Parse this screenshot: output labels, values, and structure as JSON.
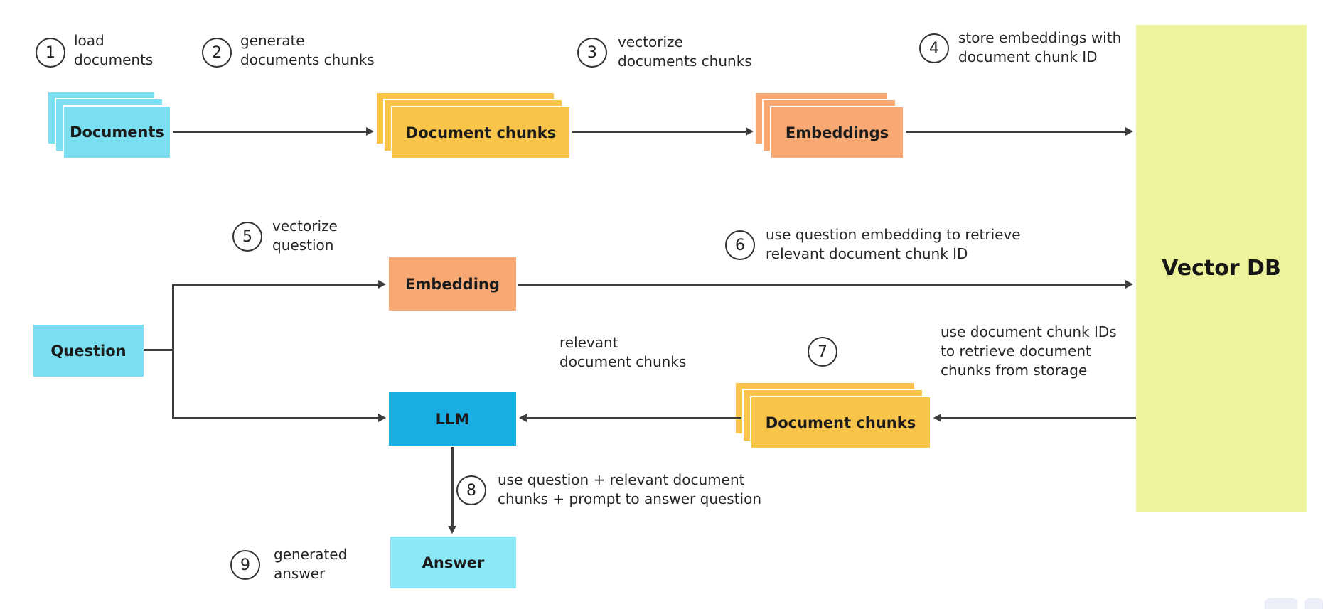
{
  "steps": [
    {
      "num": "1",
      "lines": [
        "load",
        "documents"
      ]
    },
    {
      "num": "2",
      "lines": [
        "generate",
        "documents chunks"
      ]
    },
    {
      "num": "3",
      "lines": [
        "vectorize",
        "documents chunks"
      ]
    },
    {
      "num": "4",
      "lines": [
        "store embeddings with",
        "document chunk ID"
      ]
    },
    {
      "num": "5",
      "lines": [
        "vectorize",
        "question"
      ]
    },
    {
      "num": "6",
      "lines": [
        "use question embedding to retrieve",
        "relevant document chunk ID"
      ]
    },
    {
      "num": "7",
      "lines": [
        "use document chunk IDs",
        "to retrieve document",
        "chunks from storage"
      ]
    },
    {
      "num": "8",
      "lines": [
        "use question + relevant document",
        "chunks + prompt to answer question"
      ]
    },
    {
      "num": "9",
      "lines": [
        "generated",
        "answer"
      ]
    }
  ],
  "nodes": {
    "documents": {
      "label": "Documents",
      "color": "#7adff1"
    },
    "document_chunks_1": {
      "label": "Document chunks",
      "color": "#f8c449"
    },
    "embeddings": {
      "label": "Embeddings",
      "color": "#f8a873"
    },
    "vector_db": {
      "label": "Vector DB",
      "color": "#edf39c"
    },
    "question": {
      "label": "Question",
      "color": "#7adff1"
    },
    "embedding": {
      "label": "Embedding",
      "color": "#f8a873"
    },
    "llm": {
      "label": "LLM",
      "color": "#18ade3"
    },
    "document_chunks_2": {
      "label": "Document chunks",
      "color": "#f8c449"
    },
    "answer": {
      "label": "Answer",
      "color": "#8ce8f6"
    }
  },
  "annotations": {
    "relevant_chunks": {
      "lines": [
        "relevant",
        "document chunks"
      ]
    }
  },
  "style": {
    "arrow_color": "#3d3d3d",
    "text_color": "#262626"
  }
}
